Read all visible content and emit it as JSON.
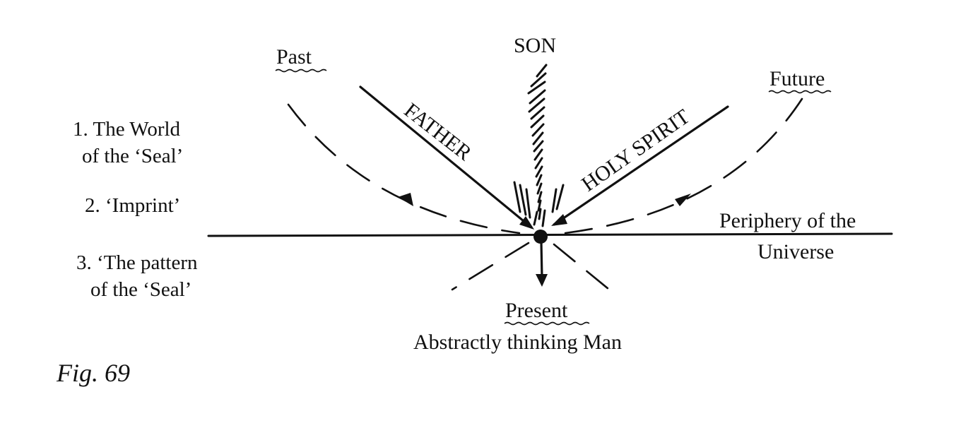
{
  "labels": {
    "son": "SON",
    "father": "FATHER",
    "holy_spirit": "HOLY SPIRIT",
    "past": "Past",
    "future": "Future",
    "present": "Present",
    "abstract_man": "Abstractly thinking Man",
    "periphery_line1": "Periphery of the",
    "periphery_line2": "Universe"
  },
  "levels": [
    {
      "line1": "1. The World",
      "line2": "of the ‘Seal’"
    },
    {
      "line1": "2. ‘Imprint’",
      "line2": ""
    },
    {
      "line1": "3. ‘The pattern",
      "line2": "of the ‘Seal’"
    }
  ],
  "caption": "Fig. 69"
}
